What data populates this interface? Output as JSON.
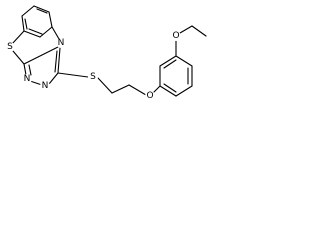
{
  "structure": {
    "atoms": {
      "sulfur_ring": "S",
      "n_fused": "N",
      "n_triazole_1": "N",
      "n_triazole_2": "N",
      "sulfur_thioether": "S",
      "oxygen_phenoxy": "O",
      "oxygen_ethoxy": "O"
    }
  },
  "colors": {
    "bond": "#000000",
    "label": "#000000",
    "background": "#ffffff"
  }
}
